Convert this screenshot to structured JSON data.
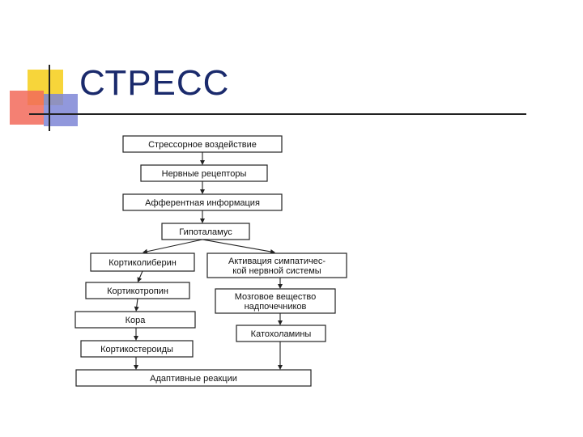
{
  "slide": {
    "title": "СТРЕСС"
  },
  "diagram": {
    "nodes": [
      {
        "id": "stressor",
        "lines": [
          "Стрессорное воздействие"
        ]
      },
      {
        "id": "receptors",
        "lines": [
          "Нервные рецепторы"
        ]
      },
      {
        "id": "afferent",
        "lines": [
          "Афферентная информация"
        ]
      },
      {
        "id": "hypothalamus",
        "lines": [
          "Гипоталамус"
        ]
      },
      {
        "id": "corticoliberin",
        "lines": [
          "Кортиколиберин"
        ]
      },
      {
        "id": "sympathetic",
        "lines": [
          "Активация симпатичес-",
          "кой нервной системы"
        ]
      },
      {
        "id": "corticotropin",
        "lines": [
          "Кортикотропин"
        ]
      },
      {
        "id": "medulla",
        "lines": [
          "Мозговое вещество",
          "надпочечников"
        ]
      },
      {
        "id": "cortex",
        "lines": [
          "Кора"
        ]
      },
      {
        "id": "catecholamines",
        "lines": [
          "Катохоламины"
        ]
      },
      {
        "id": "corticosteroids",
        "lines": [
          "Кортикостероиды"
        ]
      },
      {
        "id": "adaptive",
        "lines": [
          "Адаптивные реакции"
        ]
      }
    ],
    "edges": [
      {
        "from": "stressor",
        "to": "receptors"
      },
      {
        "from": "receptors",
        "to": "afferent"
      },
      {
        "from": "afferent",
        "to": "hypothalamus"
      },
      {
        "from": "hypothalamus",
        "to": "corticoliberin"
      },
      {
        "from": "hypothalamus",
        "to": "sympathetic"
      },
      {
        "from": "corticoliberin",
        "to": "corticotropin"
      },
      {
        "from": "sympathetic",
        "to": "medulla"
      },
      {
        "from": "corticotropin",
        "to": "cortex"
      },
      {
        "from": "medulla",
        "to": "catecholamines"
      },
      {
        "from": "cortex",
        "to": "corticosteroids"
      },
      {
        "from": "corticosteroids",
        "to": "adaptive"
      },
      {
        "from": "catecholamines",
        "to": "adaptive"
      }
    ]
  }
}
